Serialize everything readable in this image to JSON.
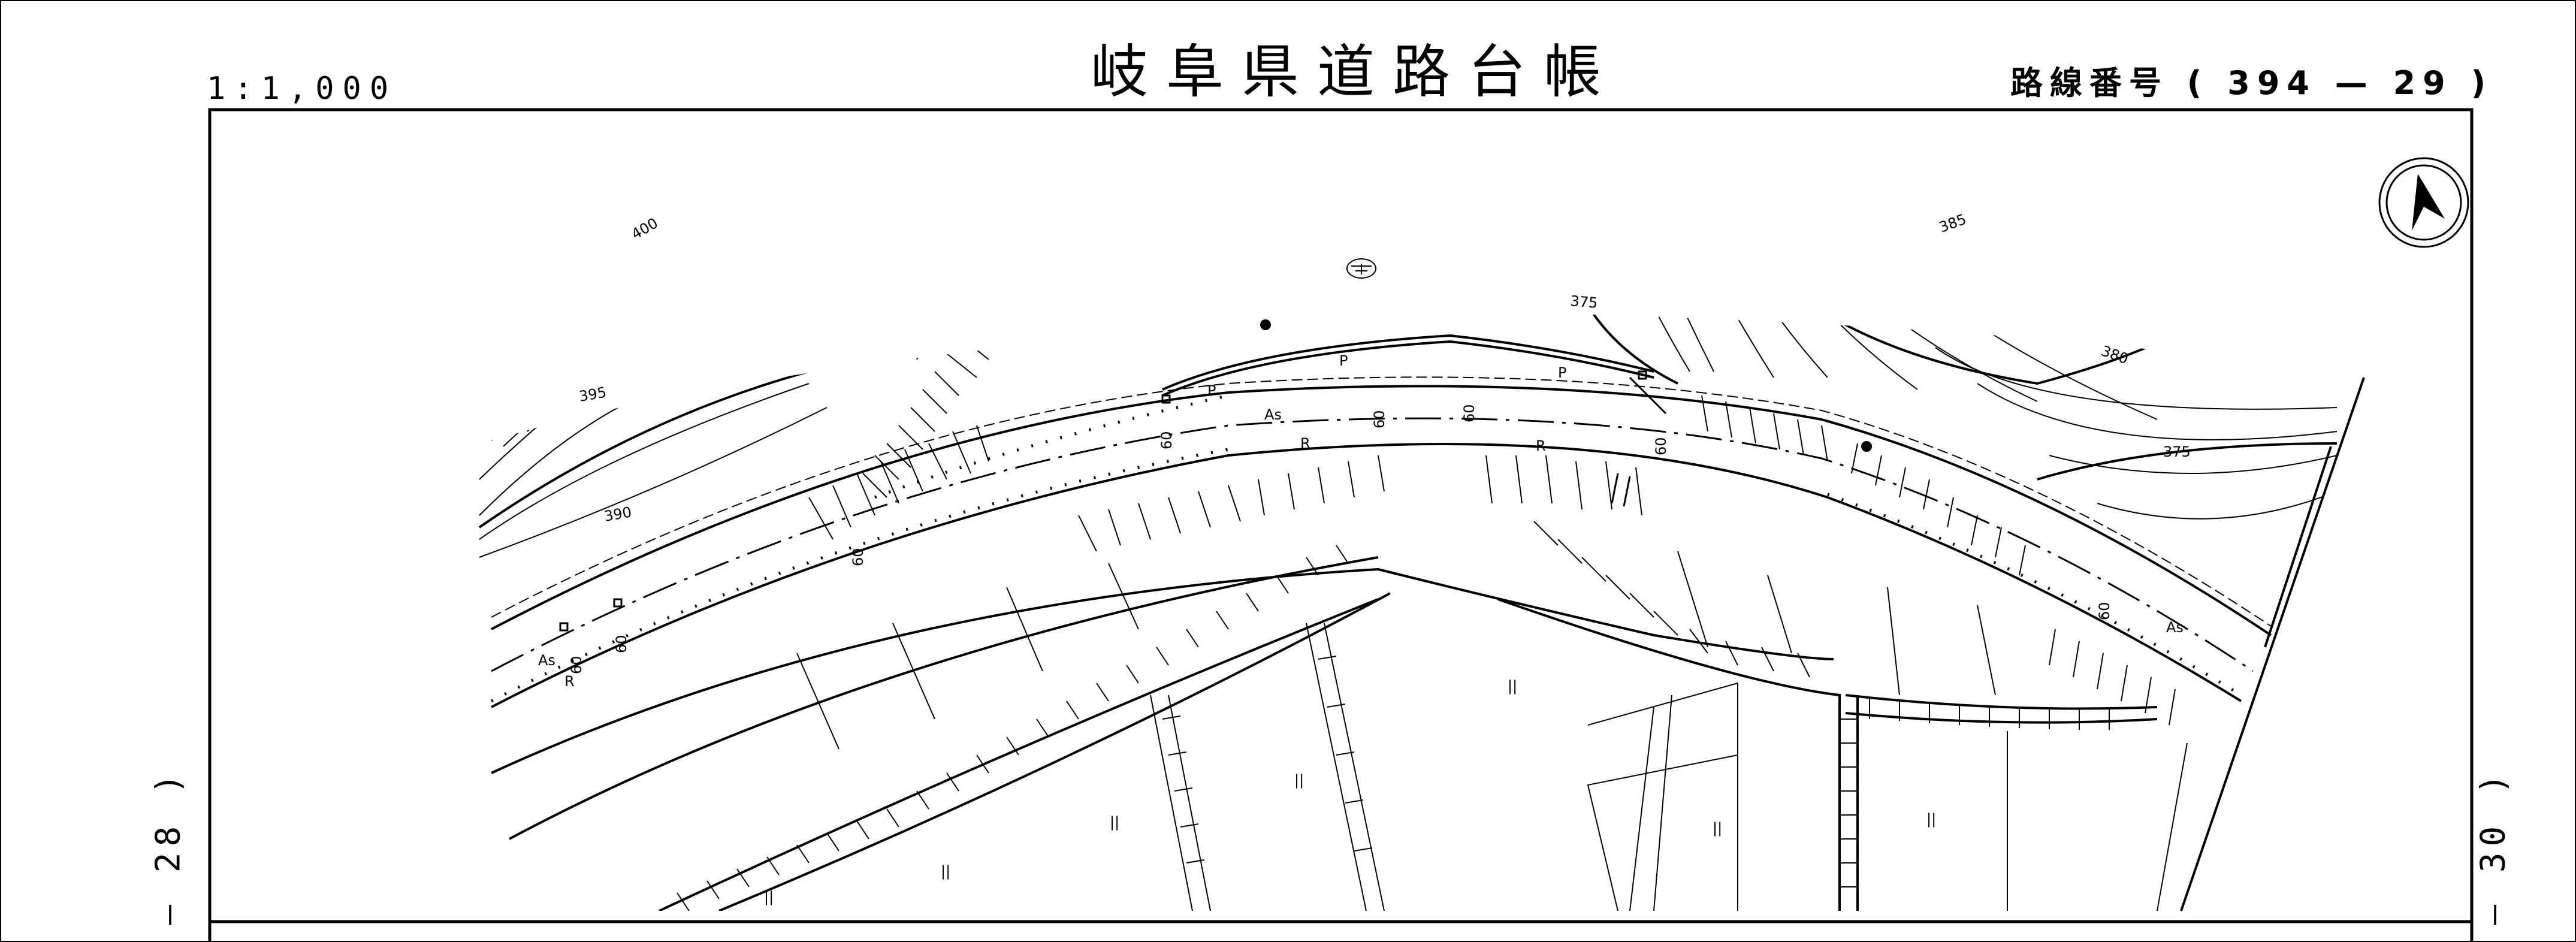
{
  "header": {
    "title": "岐阜県道路台帳",
    "scale": "1:1,000",
    "route_number": "路線番号 ( 394 — 29 )"
  },
  "sheet_refs": {
    "left": "— 28 )",
    "right": "— 30 )"
  },
  "contour_labels": {
    "c400": "400",
    "c395": "395",
    "c390": "390",
    "c375a": "375",
    "c385": "385",
    "c380": "380",
    "c375b": "375"
  },
  "road_labels": {
    "as1": "As",
    "as2": "As",
    "as3": "As",
    "r1": "R",
    "r2": "R",
    "r3": "R",
    "p1": "P",
    "p2": "P",
    "p3": "P",
    "s60_1": "60",
    "s60_2": "60",
    "s60_3": "60",
    "s60_4": "60",
    "s60_5": "60",
    "s60_6": "60",
    "s60_7": "60",
    "s60_8": "60"
  },
  "field_marks": {
    "f1": "||",
    "f2": "||",
    "f3": "||",
    "f4": "||",
    "f5": "||",
    "f6": "||",
    "f7": "||"
  },
  "icons": {
    "north": "north-arrow-icon",
    "shrine": "shrine-symbol-icon",
    "point": "survey-point-icon"
  }
}
